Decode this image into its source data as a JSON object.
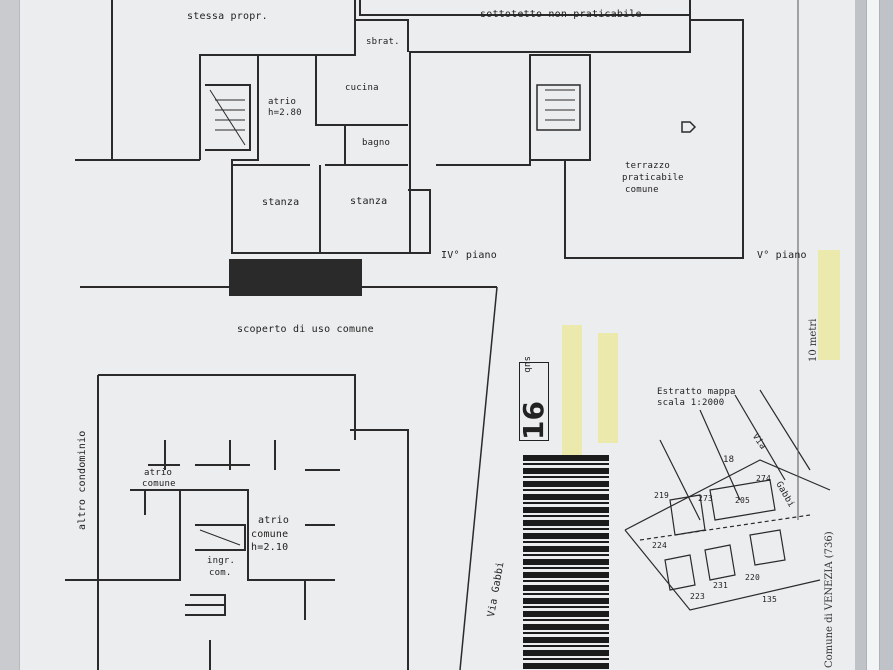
{
  "labels": {
    "stessa_propr": "stessa propr.",
    "sottotetto": "sottotetto non praticabile",
    "sbrat": "sbrat.",
    "cucina": "cucina",
    "atrio_top": "atrio",
    "atrio_h": "h=2.80",
    "bagno": "bagno",
    "stanza_1": "stanza",
    "stanza_2": "stanza",
    "terrazzo_1": "terrazzo",
    "terrazzo_2": "praticabile",
    "terrazzo_3": "comune",
    "piano_iv": "IV° piano",
    "piano_v": "V° piano",
    "scoperto": "scoperto di uso comune",
    "atrio_comune_small_1": "atrio",
    "atrio_comune_small_2": "comune",
    "atrio_comune_1": "atrio",
    "atrio_comune_2": "comune",
    "atrio_comune_h": "h=2.10",
    "ingr_1": "ingr.",
    "ingr_2": "com.",
    "altro_condominio": "altro condominio",
    "via_gabbi": "Via Gabbi",
    "sub_label": "sub",
    "sub_number": "16",
    "estratto_1": "Estratto mappa",
    "estratto_2": "scala 1:2000",
    "map_via_1": "Via",
    "map_via_2": "Gabbi",
    "map_18": "18",
    "map_219": "219",
    "map_273": "273",
    "map_274": "274",
    "map_205": "205",
    "map_224": "224",
    "map_220": "220",
    "map_231": "231",
    "map_223": "223",
    "map_135": "135",
    "margin_metri": "10 metri",
    "margin_comune": "Comune di VENEZIA (736)"
  }
}
